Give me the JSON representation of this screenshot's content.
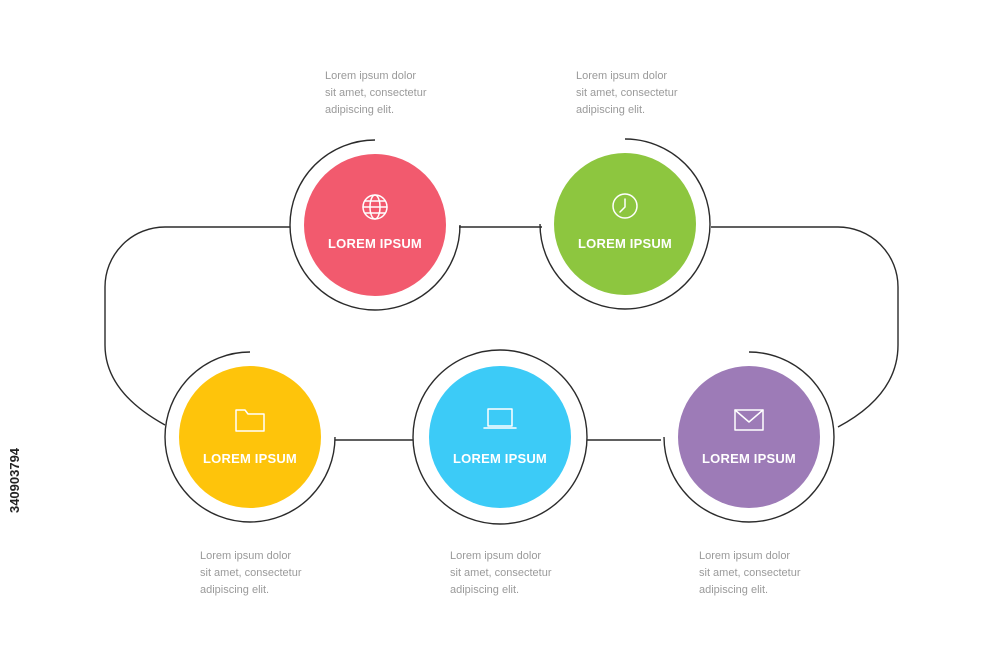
{
  "colors": {
    "line": "#2b2b2b",
    "description_text": "#9a9a9a",
    "label_text": "#ffffff",
    "background": "#ffffff"
  },
  "steps": [
    {
      "label": "LOREM IPSUM",
      "color": "#f25a6e",
      "icon": "globe-icon",
      "description": [
        "Lorem ipsum dolor",
        "sit amet, consectetur",
        "adipiscing elit."
      ]
    },
    {
      "label": "LOREM IPSUM",
      "color": "#8dc63f",
      "icon": "clock-icon",
      "description": [
        "Lorem ipsum dolor",
        "sit amet, consectetur",
        "adipiscing elit."
      ]
    },
    {
      "label": "LOREM IPSUM",
      "color": "#fec40b",
      "icon": "folder-icon",
      "description": [
        "Lorem ipsum dolor",
        "sit amet, consectetur",
        "adipiscing elit."
      ]
    },
    {
      "label": "LOREM IPSUM",
      "color": "#3ccbf7",
      "icon": "laptop-icon",
      "description": [
        "Lorem ipsum dolor",
        "sit amet, consectetur",
        "adipiscing elit."
      ]
    },
    {
      "label": "LOREM IPSUM",
      "color": "#9d7bb7",
      "icon": "envelope-icon",
      "description": [
        "Lorem ipsum dolor",
        "sit amet, consectetur",
        "adipiscing elit."
      ]
    }
  ],
  "stock_id": "340903794"
}
